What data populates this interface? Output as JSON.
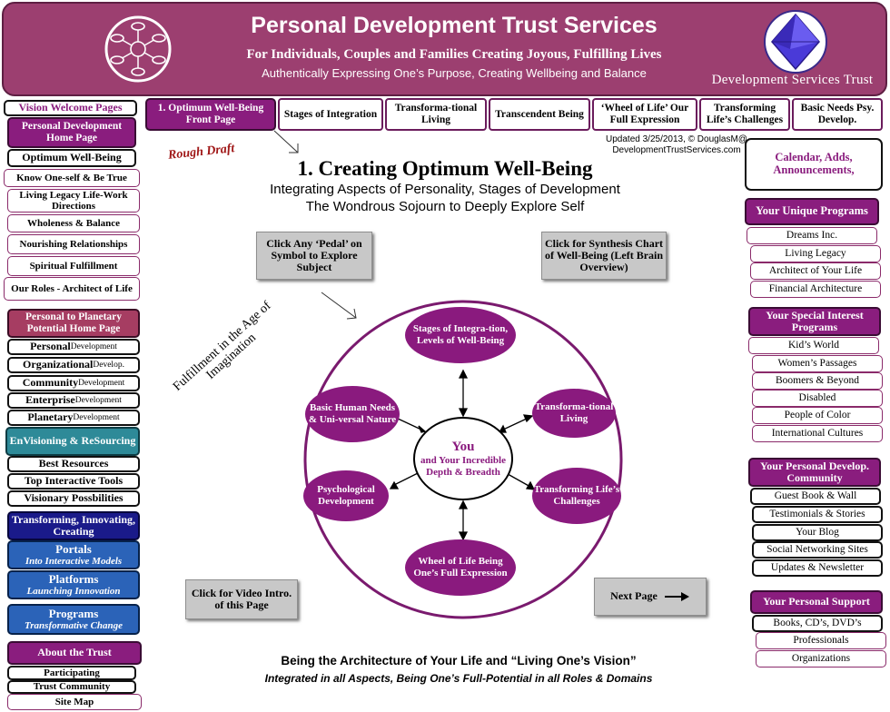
{
  "header": {
    "title": "Personal Development Trust Services",
    "subtitle": "For Individuals, Couples and Families Creating Joyous, Fulfilling Lives",
    "tagline": "Authentically Expressing One’s Purpose, Creating Wellbeing and Balance",
    "trust_name": "Development Services Trust"
  },
  "top_tabs": [
    {
      "label": "1. Optimum Well-Being Front Page"
    },
    {
      "label": "Stages of Integration"
    },
    {
      "label": "Transforma-tional Living"
    },
    {
      "label": "Transcendent Being"
    },
    {
      "label": "‘Wheel of Life’ Our Full Expression"
    },
    {
      "label": "Transforming Life’s Challenges"
    },
    {
      "label": "Basic Needs Psy. Develop."
    }
  ],
  "left_nav": {
    "vision_welcome": "Vision Welcome Pages",
    "personal_home": "Personal Development Home Page",
    "personal_items": [
      "Optimum Well-Being",
      "Know One-self & Be True",
      "Living Legacy Life-Work Directions",
      "Wholeness & Balance",
      "Nourishing Relationships",
      "Spiritual Fulfillment",
      "Our Roles - Architect of Life"
    ],
    "planetary_home": "Personal to Planetary Potential Home Page",
    "planetary_items": [
      {
        "bold": "Personal",
        "rest": " Development"
      },
      {
        "bold": "Organizational",
        "rest": " Develop."
      },
      {
        "bold": "Community",
        "rest": " Development"
      },
      {
        "bold": "Enterprise",
        "rest": " Development"
      },
      {
        "bold": "Planetary",
        "rest": " Development"
      }
    ],
    "envisioning": "EnVisioning & ReSourcing",
    "resource_items": [
      "Best Resources",
      "Top Interactive Tools",
      "Visionary Possbilities"
    ],
    "transforming": "Transforming, Innovating, Creating",
    "portals": {
      "title": "Portals",
      "sub": "Into Interactive Models"
    },
    "platforms": {
      "title": "Platforms",
      "sub": "Launching Innovation"
    },
    "programs": {
      "title": "Programs",
      "sub": "Transformative Change"
    },
    "about": "About the Trust",
    "about_items": [
      "Participating",
      "Trust Community",
      "Site Map"
    ]
  },
  "right_nav": {
    "calendar": "Calendar, Adds, Announcements,",
    "unique_programs": "Your Unique Programs",
    "unique_items": [
      "Dreams Inc.",
      "Living Legacy",
      "Architect of Your Life",
      "Financial Architecture"
    ],
    "special_interest": "Your Special Interest Programs",
    "special_items": [
      "Kid’s World",
      "Women’s Passages",
      "Boomers & Beyond",
      "Disabled",
      "People of Color",
      "International Cultures"
    ],
    "community": "Your Personal Develop. Community",
    "community_items": [
      "Guest Book &  Wall",
      "Testimonials & Stories",
      "Your Blog",
      "Social Networking Sites",
      "Updates & Newsletter"
    ],
    "support": "Your Personal Support",
    "support_items": [
      "Books, CD’s, DVD’s",
      "Professionals",
      "Organizations"
    ]
  },
  "main": {
    "updated": "Updated 3/25/2013, © DouglasM@ DevelopmentTrustServices.com",
    "rough_draft": "Rough Draft",
    "title": "1. Creating Optimum Well-Being",
    "subtitle1": "Integrating Aspects of Personality, Stages of Development",
    "subtitle2": "The Wondrous Sojourn to Deeply Explore Self",
    "click_pedal": "Click Any ‘Pedal’ on Symbol to Explore Subject",
    "synthesis": "Click for Synthesis Chart of  Well-Being (Left Brain Overview)",
    "fulfillment": "Fulfillment in the Age of Imagination",
    "video": "Click for Video Intro. of this Page",
    "next_page": "Next Page",
    "footer1": "Being the Architecture of Your Life and “Living One’s Vision”",
    "footer2": "Integrated in all Aspects, Being One’s Full-Potential in all Roles & Domains"
  },
  "wheel": {
    "center": {
      "you": "You",
      "text": "and Your Incredible Depth & Breadth"
    },
    "nodes": [
      "Stages of Integra-tion, Levels of Well-Being",
      "Transforma-tional Living",
      "Transforming Life’s Challenges",
      "Wheel of Life Being One’s Full Expression",
      "Psychological Development",
      "Basic Human Needs & Uni-versal Nature"
    ]
  },
  "colors": {
    "header": "#9c3f70",
    "purple": "#8a1d7e",
    "teal": "#2e8a98",
    "navy": "#1a1a8a",
    "blue": "#2b63b8"
  }
}
